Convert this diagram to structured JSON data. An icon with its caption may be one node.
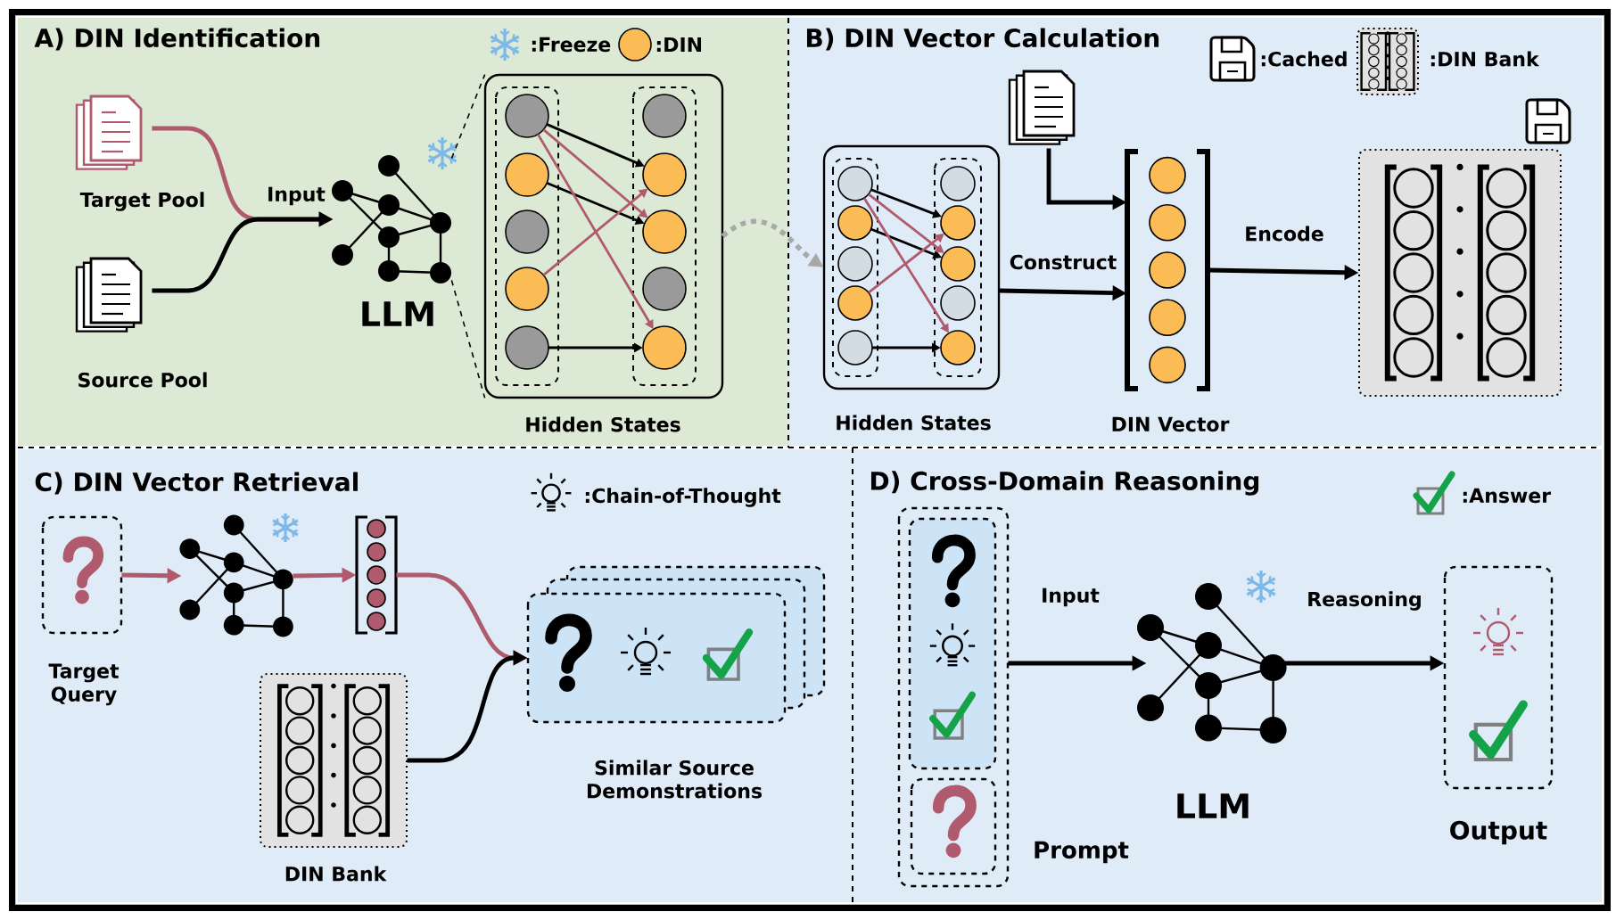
{
  "diagram": {
    "nodes": [
      {
        "text": [
          "A) DIN Identification"
        ]
      },
      {
        "text": [
          "Target Pool"
        ],
        "in": 0
      },
      {
        "text": [
          "Source Pool"
        ],
        "in": 0
      },
      {
        "text": [
          "LLM"
        ],
        "in": 0
      },
      {
        "text": [
          "Hidden States"
        ],
        "in": 0
      },
      {
        "text": [
          "B) DIN Vector Calculation"
        ]
      },
      {
        "text": [
          "Hidden States"
        ],
        "in": 5
      },
      {
        "text": [],
        "shape": "picture",
        "in": 5
      },
      {
        "text": [
          "DIN Vector"
        ],
        "in": 5
      },
      {
        "text": [],
        "shape": "box",
        "in": 5
      },
      {
        "text": [
          "C) DIN Vector Retrieval"
        ]
      },
      {
        "text": [
          "Target Query"
        ],
        "in": 10
      },
      {
        "text": [],
        "shape": "network",
        "in": 10
      },
      {
        "text": [],
        "shape": "bar",
        "in": 10
      },
      {
        "text": [
          "DIN Bank"
        ],
        "in": 10
      },
      {
        "text": [
          "Similar Source Demonstrations"
        ],
        "in": 10
      },
      {
        "text": [
          "D) Cross-Domain Reasoning"
        ]
      },
      {
        "text": [
          "Prompt"
        ],
        "in": 16
      },
      {
        "text": [],
        "shape": "box",
        "in": 17
      },
      {
        "text": [],
        "shape": "box",
        "in": 17
      },
      {
        "text": [
          "LLM"
        ],
        "in": 16
      },
      {
        "text": [
          "Output"
        ],
        "in": 16
      }
    ],
    "edges": [
      {
        "from": 1,
        "to": 3,
        "arrow": "to",
        "color": "#b05a6e"
      },
      {
        "from": 2,
        "to": 3,
        "arrow": "to",
        "label": "Input"
      },
      {
        "from": 3,
        "to": 4,
        "arrow": "none",
        "style": "dashed"
      },
      {
        "from": 3,
        "to": 4,
        "arrow": "none",
        "style": "dashed"
      },
      {
        "from": 4,
        "to": 6,
        "arrow": "to",
        "style": "dashed",
        "color": "#a8a8a8"
      },
      {
        "from": 7,
        "to": 8,
        "arrow": "to"
      },
      {
        "from": 6,
        "to": 8,
        "arrow": "to",
        "label": "Construct"
      },
      {
        "from": 8,
        "to": 9,
        "arrow": "to",
        "label": "Encode"
      },
      {
        "from": 11,
        "to": 12,
        "arrow": "to",
        "color": "#b05a6e"
      },
      {
        "from": 12,
        "to": 13,
        "arrow": "to",
        "color": "#b05a6e"
      },
      {
        "from": 13,
        "to": 15,
        "arrow": "to",
        "color": "#b05a6e"
      },
      {
        "from": 14,
        "to": 15,
        "arrow": "to"
      },
      {
        "from": 17,
        "to": 20,
        "arrow": "to",
        "label": "Input"
      },
      {
        "from": 20,
        "to": 21,
        "arrow": "to",
        "label": "Reasoning"
      }
    ],
    "legend": [
      {
        "text": ":Freeze"
      },
      {
        "text": ":DIN",
        "color": "#fbbc55"
      },
      {
        "text": ":Cached"
      },
      {
        "text": ":DIN Bank"
      },
      {
        "text": ":Chain-of-Thought"
      },
      {
        "text": ":Answer"
      }
    ]
  }
}
